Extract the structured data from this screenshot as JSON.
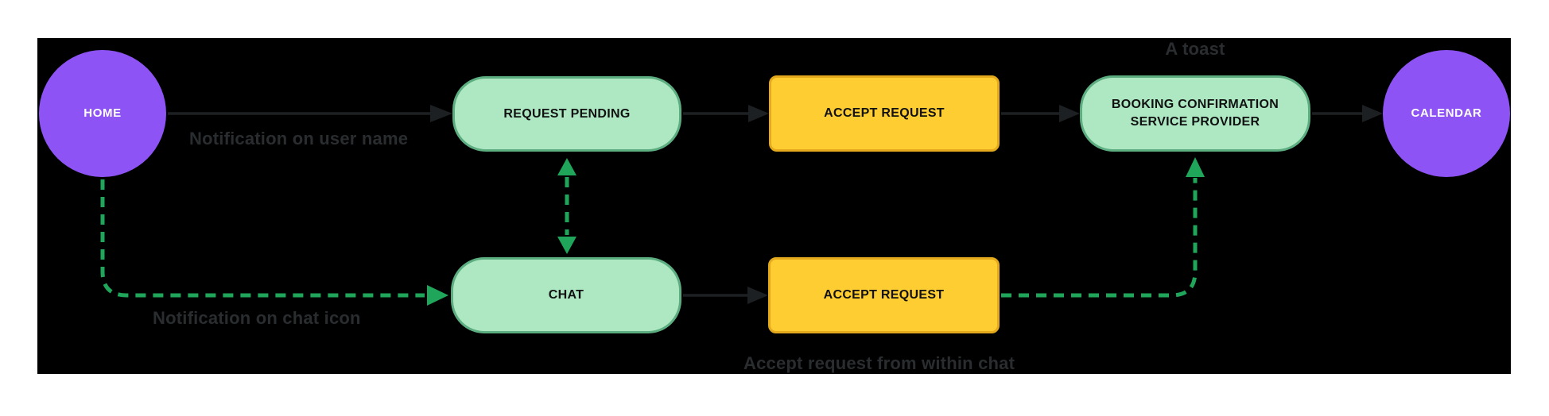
{
  "diagram": {
    "title": "Booking request flow",
    "canvas_color": "#000000",
    "page_background": "#ffffff",
    "palette": {
      "circle_fill": "#8E53F4",
      "pill_fill": "#ADE8C3",
      "pill_border": "#5CAD80",
      "rect_fill": "#FECD32",
      "rect_border": "#E4A91C",
      "solid_connector": "#1D2022",
      "dashed_connector": "#1FA65A",
      "annotation_text": "#2A2D2F",
      "node_text": "#111111",
      "circle_text": "#ffffff"
    },
    "nodes": [
      {
        "id": "home",
        "type": "circle",
        "label": "HOME"
      },
      {
        "id": "request-pending",
        "type": "pill",
        "label": "REQUEST PENDING"
      },
      {
        "id": "accept-request-top",
        "type": "rect",
        "label": "ACCEPT REQUEST"
      },
      {
        "id": "booking-confirmation",
        "type": "pill",
        "label": "BOOKING CONFIRMATION SERVICE PROVIDER"
      },
      {
        "id": "calendar",
        "type": "circle",
        "label": "CALENDAR"
      },
      {
        "id": "chat",
        "type": "pill",
        "label": "CHAT"
      },
      {
        "id": "accept-request-bottom",
        "type": "rect",
        "label": "ACCEPT REQUEST"
      }
    ],
    "annotations": [
      {
        "id": "notification-user-name",
        "text": "Notification on user name"
      },
      {
        "id": "a-toast",
        "text": "A toast"
      },
      {
        "id": "notification-chat-icon",
        "text": "Notification on chat icon"
      },
      {
        "id": "accept-from-within-chat",
        "text": "Accept request from within chat"
      }
    ],
    "edges": [
      {
        "from": "home",
        "to": "request-pending",
        "style": "solid",
        "label": "Notification on user name"
      },
      {
        "from": "request-pending",
        "to": "accept-request-top",
        "style": "solid"
      },
      {
        "from": "accept-request-top",
        "to": "booking-confirmation",
        "style": "solid",
        "label": "A toast"
      },
      {
        "from": "booking-confirmation",
        "to": "calendar",
        "style": "solid"
      },
      {
        "from": "home",
        "to": "chat",
        "style": "dashed",
        "label": "Notification on chat icon"
      },
      {
        "from": "request-pending",
        "to": "chat",
        "style": "dashed-bidirectional"
      },
      {
        "from": "chat",
        "to": "accept-request-bottom",
        "style": "solid"
      },
      {
        "from": "accept-request-bottom",
        "to": "booking-confirmation",
        "style": "dashed",
        "label": "Accept request from within chat"
      }
    ]
  }
}
